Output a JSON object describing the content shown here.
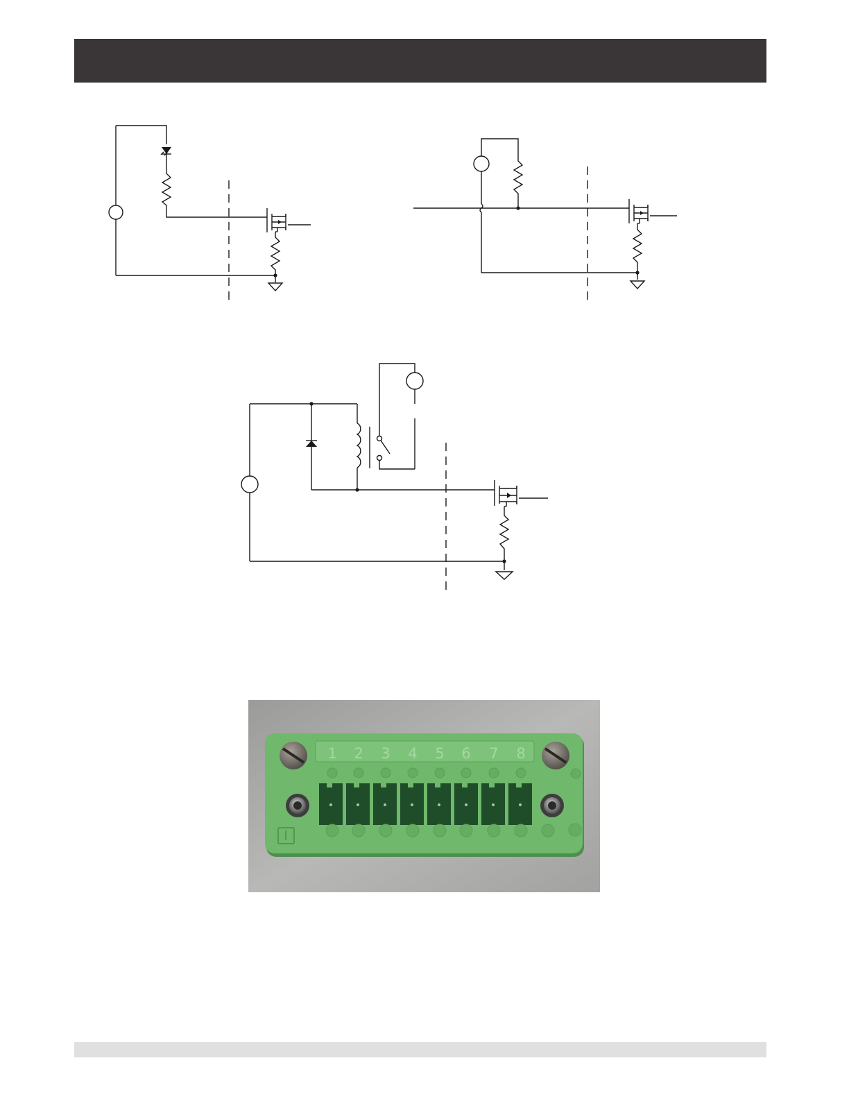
{
  "colors": {
    "header": "#3a3637",
    "footer": "#e0e0e0",
    "connector_green": "#6cb868",
    "panel_gray": "#a9a9a7"
  },
  "connector_photo": {
    "pin_numbers": [
      "1",
      "2",
      "3",
      "4",
      "5",
      "6",
      "7",
      "8"
    ]
  }
}
